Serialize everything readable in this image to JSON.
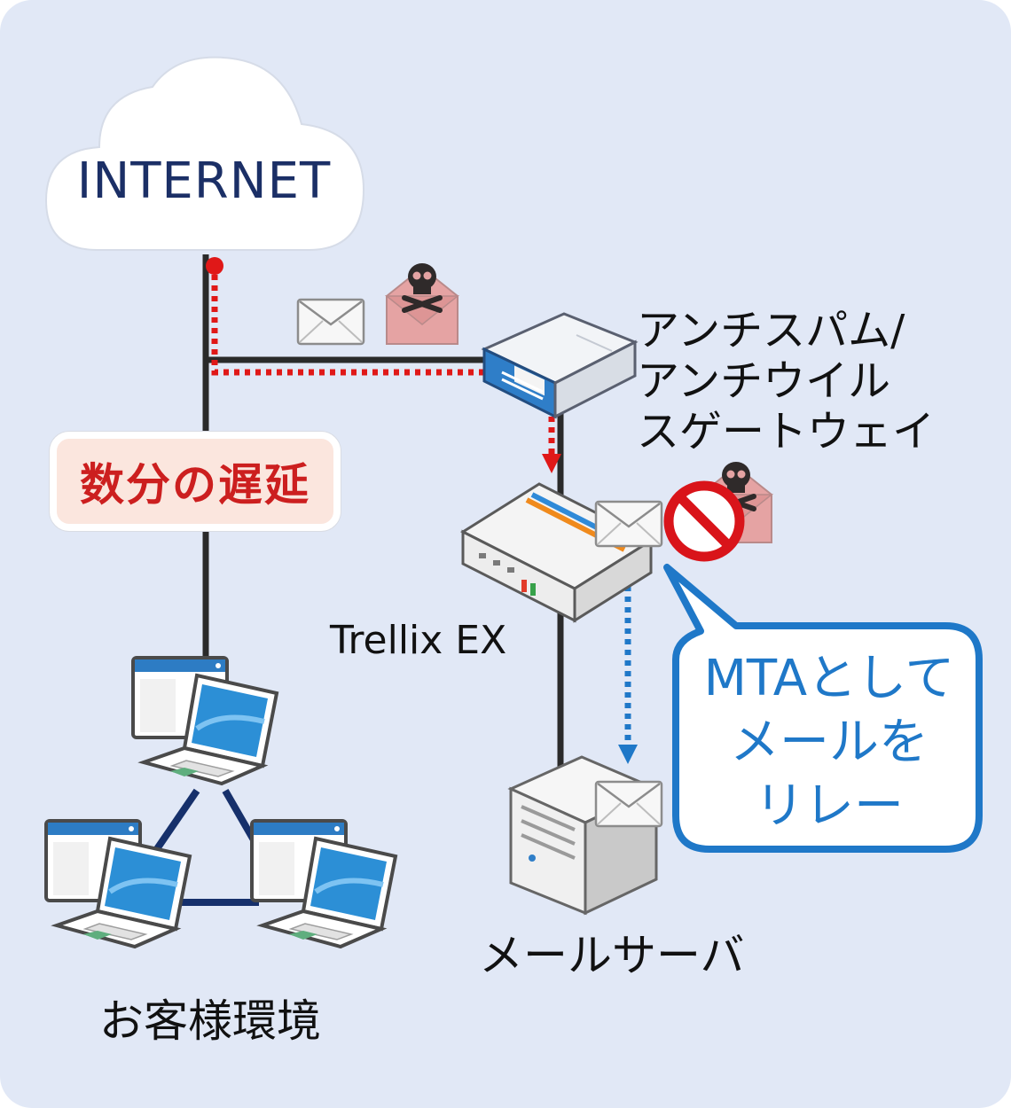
{
  "cloud": {
    "label": "INTERNET"
  },
  "delay": {
    "label": "数分の遅延"
  },
  "gateway": {
    "label_lines": [
      "アンチスパム/",
      "アンチウイル",
      "スゲートウェイ"
    ]
  },
  "trellix": {
    "label": "Trellix EX"
  },
  "mail_server": {
    "label": "メールサーバ"
  },
  "customer_env": {
    "label": "お客様環境"
  },
  "callout": {
    "lines": [
      "MTAとして",
      "メールを",
      "リレー"
    ]
  },
  "colors": {
    "background": "#e1e8f6",
    "internet_text": "#1b2f66",
    "threat_path": "#e01818",
    "relay_path": "#1f78c8",
    "delay_text": "#cc1f1f",
    "delay_fill": "#fbe6de",
    "network_line": "#2a2a2a",
    "lan_link": "#16306b"
  },
  "icons": [
    "cloud",
    "envelope",
    "skull-envelope",
    "network-switch",
    "appliance",
    "prohibited-sign",
    "server-tower",
    "laptop-with-window"
  ]
}
